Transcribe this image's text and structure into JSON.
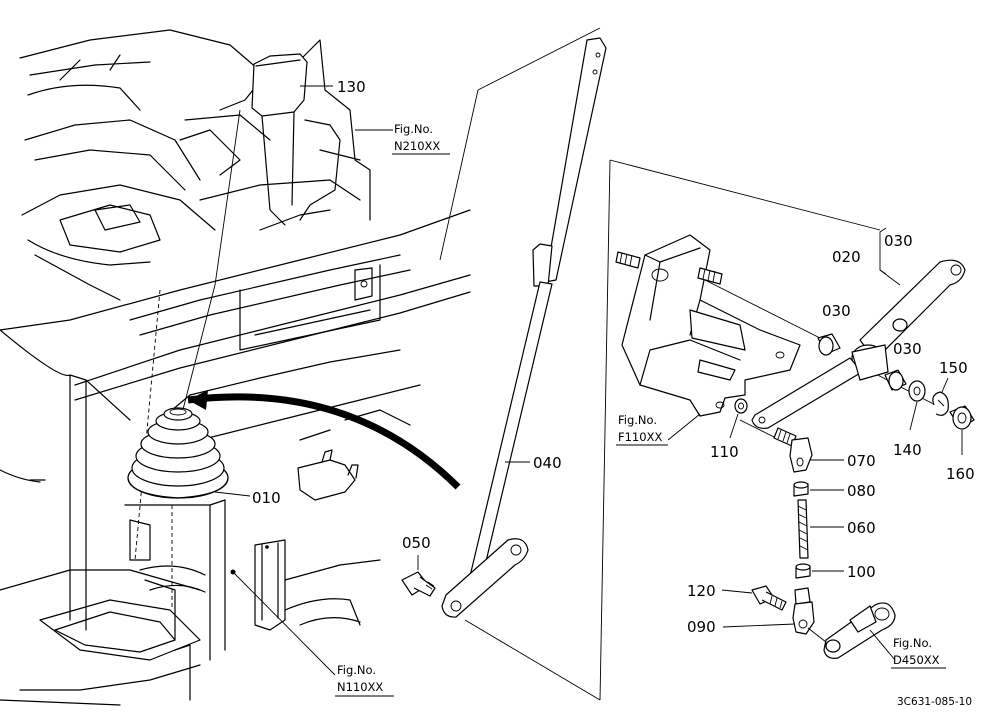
{
  "labels": {
    "p010": "010",
    "p020": "020",
    "p030a": "030",
    "p030b": "030",
    "p030c": "030",
    "p040": "040",
    "p050": "050",
    "p060": "060",
    "p070": "070",
    "p080": "080",
    "p090": "090",
    "p100": "100",
    "p110": "110",
    "p120": "120",
    "p130": "130",
    "p140": "140",
    "p150": "150",
    "p160": "160"
  },
  "figrefs": {
    "n210": {
      "line1": "Fig.No.",
      "line2": "N210XX"
    },
    "f110": {
      "line1": "Fig.No.",
      "line2": "F110XX"
    },
    "n110": {
      "line1": "Fig.No.",
      "line2": "N110XX"
    },
    "d450": {
      "line1": "Fig.No.",
      "line2": "D450XX"
    }
  },
  "drawing_code": "3C631-085-10"
}
